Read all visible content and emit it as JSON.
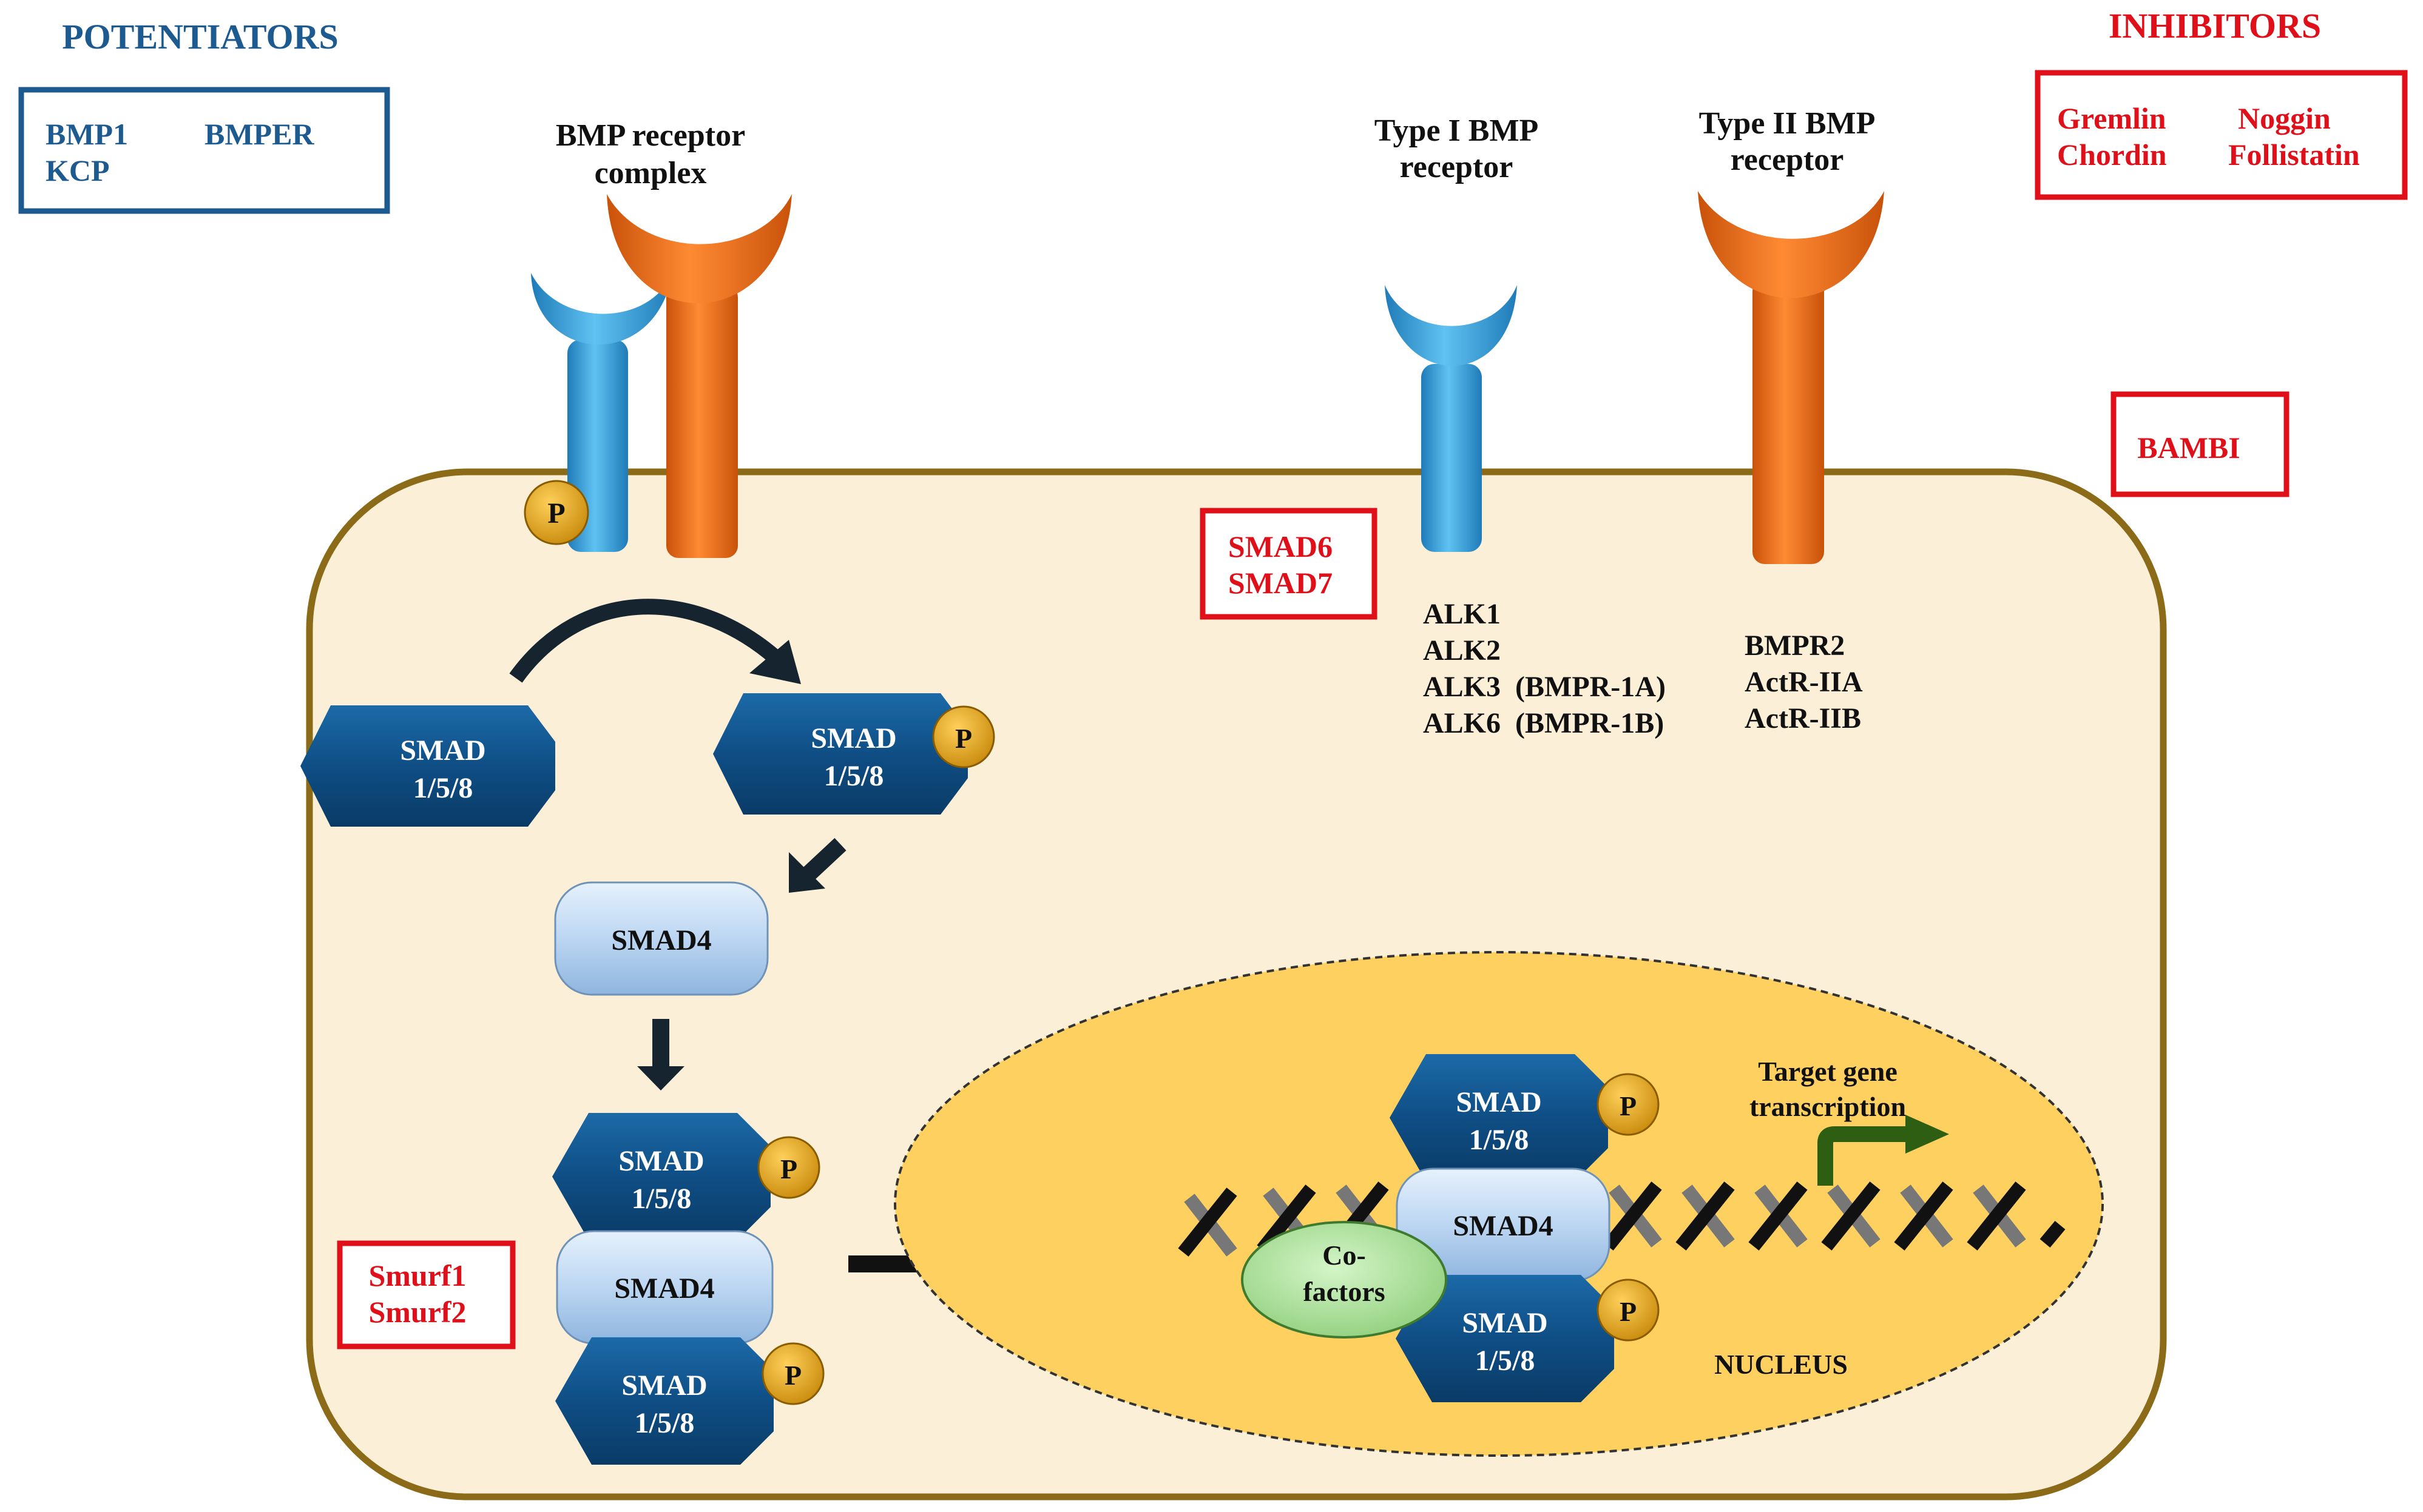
{
  "potentiators": {
    "title": "POTENTIATORS",
    "items": [
      "BMP1",
      "BMPER",
      "KCP"
    ]
  },
  "inhibitors": {
    "title": "INHIBITORS",
    "items": [
      "Gremlin",
      "Noggin",
      "Chordin",
      "Follistatin"
    ]
  },
  "receptor_complex": {
    "label_line1": "BMP receptor",
    "label_line2": "complex"
  },
  "type1_receptor": {
    "label_line1": "Type I BMP",
    "label_line2": "receptor",
    "members": [
      "ALK1",
      "ALK2",
      "ALK3  (BMPR-1A)",
      "ALK6  (BMPR-1B)"
    ]
  },
  "type2_receptor": {
    "label_line1": "Type II BMP",
    "label_line2": "receptor",
    "members": [
      "BMPR2",
      "ActR-IIA",
      "ActR-IIB"
    ]
  },
  "bambi": "BAMBI",
  "smad67": {
    "line1": "SMAD6",
    "line2": "SMAD7"
  },
  "smurf": {
    "line1": "Smurf1",
    "line2": "Smurf2"
  },
  "smad": {
    "line1": "SMAD",
    "line2": "1/5/8"
  },
  "smad4": "SMAD4",
  "phospho": "P",
  "cofactors": {
    "line1": "Co-",
    "line2": "factors"
  },
  "target_gene": {
    "line1": "Target gene",
    "line2": "transcription"
  },
  "nucleus": "NUCLEUS",
  "colors": {
    "blue_receptor": "#2f9bd6",
    "orange_receptor": "#e0660f",
    "smad_dark": "#0f4e85",
    "smad4_light": "#bcd6f2",
    "phospho": "#d99a14",
    "cell_fill": "#fcefd8",
    "cell_border": "#8b6a18",
    "nucleus_fill": "#fdd060",
    "inhibitor_red": "#e0101a",
    "potentiator_blue": "#1d5a8f",
    "cofactor_green": "#a8e09a",
    "arrow_green": "#2e5e12"
  }
}
